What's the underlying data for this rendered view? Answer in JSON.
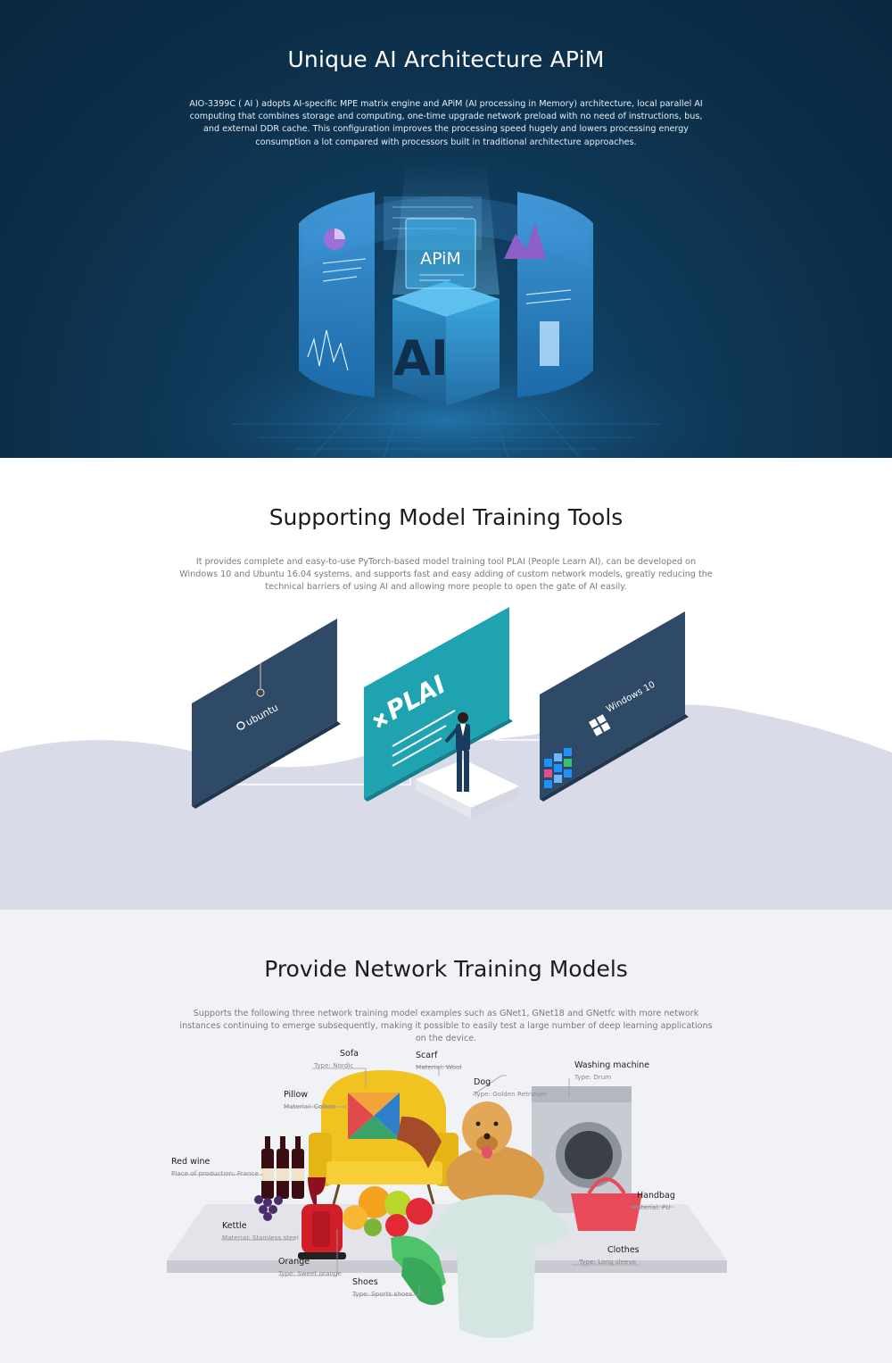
{
  "section1": {
    "title": "Unique AI Architecture APiM",
    "description": "AIO-3399C ( AI )  adopts AI-specific MPE matrix engine and APiM (AI processing in Memory) architecture, local parallel AI computing that combines storage and computing, one-time upgrade network preload with no need of instructions, bus, and external DDR cache. This configuration improves the processing speed hugely and lowers processing energy consumption a lot compared with processors built in traditional architecture approaches.",
    "cube_label": "AI",
    "chip_label": "APiM"
  },
  "section2": {
    "title": "Supporting Model Training Tools",
    "description": "It provides complete and easy-to-use PyTorch-based model training tool PLAI (People Learn AI), can be developed on Windows 10 and Ubuntu 16.04 systems, and supports fast and easy adding of custom network models, greatly reducing the technical barriers of using AI and allowing more people to open the gate of AI easily.",
    "left_panel": "ubuntu",
    "center_panel": "PLAI",
    "right_panel": "Windows 10"
  },
  "section3": {
    "title": "Provide Network Training Models",
    "description": "Supports the following three network training model examples such as GNet1, GNet18 and GNetfc with more network instances continuing to emerge subsequently, making it possible to easily test a large number of deep learning applications on the device.",
    "labels": [
      {
        "name": "Sofa",
        "detail": "Type: Nordic"
      },
      {
        "name": "Scarf",
        "detail": "Material: Wool"
      },
      {
        "name": "Pillow",
        "detail": "Material: Cotton"
      },
      {
        "name": "Dog",
        "detail": "Type: Golden Retriever"
      },
      {
        "name": "Washing machine",
        "detail": "Type: Drum"
      },
      {
        "name": "Red wine",
        "detail": "Place of production: France"
      },
      {
        "name": "Handbag",
        "detail": "Material: PU"
      },
      {
        "name": "Kettle",
        "detail": "Material: Stainless steel"
      },
      {
        "name": "Clothes",
        "detail": "Type: Long sleeve"
      },
      {
        "name": "Orange",
        "detail": "Type: Sweet orange"
      },
      {
        "name": "Shoes",
        "detail": "Type: Sports shoes"
      }
    ]
  },
  "colors": {
    "dark_bg": "#0d2e48",
    "teal_panel": "#1fa3b0",
    "navy_panel": "#2f4a66",
    "sofa_yellow": "#f0c320",
    "handbag_red": "#e84a5a"
  }
}
